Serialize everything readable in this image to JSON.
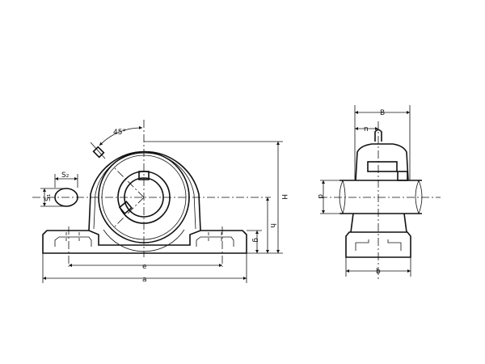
{
  "drawing": {
    "front_view": {
      "angle_label": "45°",
      "slot_width_label": "S₂",
      "slot_height_label": "S₁",
      "overall_height_label": "H",
      "center_height_label": "h",
      "base_thickness_label": "g",
      "bolt_spacing_label": "e",
      "overall_length_label": "a"
    },
    "side_view": {
      "width_label": "B",
      "offset_label": "n",
      "shaft_diameter_label": "d",
      "base_width_label": "b"
    }
  }
}
